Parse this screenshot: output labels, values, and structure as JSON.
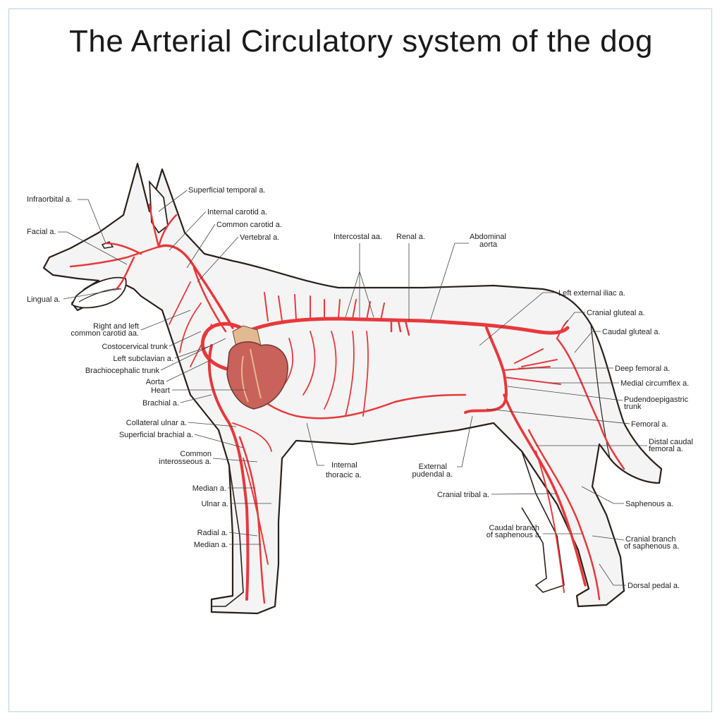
{
  "title": "The Arterial Circulatory system of the dog",
  "labels": {
    "infraorbital": "Infraorbital a.",
    "facial": "Facial a.",
    "lingual": "Lingual a.",
    "right_left_carotid_1": "Right and left",
    "right_left_carotid_2": "common carotid aa.",
    "costocervical": "Costocervical trunk",
    "left_subclavian": "Left subclavian a.",
    "brachiocephalic": "Brachiocephalic trunk",
    "aorta": "Aorta",
    "heart": "Heart",
    "brachial": "Brachial a.",
    "collateral_ulnar": "Collateral ulnar a.",
    "superficial_brachial": "Superficial brachial a.",
    "common_interosseous_1": "Common",
    "common_interosseous_2": "interosseous a.",
    "median_1": "Median a.",
    "ulnar": "Ulnar a.",
    "radial": "Radial a.",
    "median_2": "Median a.",
    "superficial_temporal": "Superficial temporal a.",
    "internal_carotid": "Internal carotid a.",
    "common_carotid": "Common carotid a.",
    "vertebral": "Vertebral a.",
    "intercostal": "Intercostal aa.",
    "renal": "Renal a.",
    "abdominal_aorta_1": "Abdominal",
    "abdominal_aorta_2": "aorta",
    "left_external_iliac": "Left external iliac a.",
    "cranial_gluteal": "Cranial gluteal a.",
    "caudal_gluteal": "Caudal gluteal a.",
    "deep_femoral": "Deep femoral a.",
    "medial_circumflex": "Medial circumflex a.",
    "pudendoepigastric_1": "Pudendoepigastric",
    "pudendoepigastric_2": "trunk",
    "femoral": "Femoral a.",
    "distal_caudal_femoral_1": "Distal caudal",
    "distal_caudal_femoral_2": "femoral a.",
    "internal_thoracic_1": "Internal",
    "internal_thoracic_2": "thoracic a.",
    "external_pudendal_1": "External",
    "external_pudendal_2": "pudendal a.",
    "cranial_tibial": "Cranial tribal a.",
    "saphenous": "Saphenous a.",
    "caudal_branch_saphenous_1": "Caudal branch",
    "caudal_branch_saphenous_2": "of saphenous a.",
    "cranial_branch_saphenous_1": "Cranial branch",
    "cranial_branch_saphenous_2": "of saphenous a.",
    "dorsal_pedal": "Dorsal pedal a."
  },
  "colors": {
    "artery": "#e8383b",
    "outline": "#2a1f1a",
    "body_fill": "#f4f4f4",
    "heart": "#c9625a",
    "heart_vessels": "#e3b992",
    "frame": "#b9d3df"
  }
}
